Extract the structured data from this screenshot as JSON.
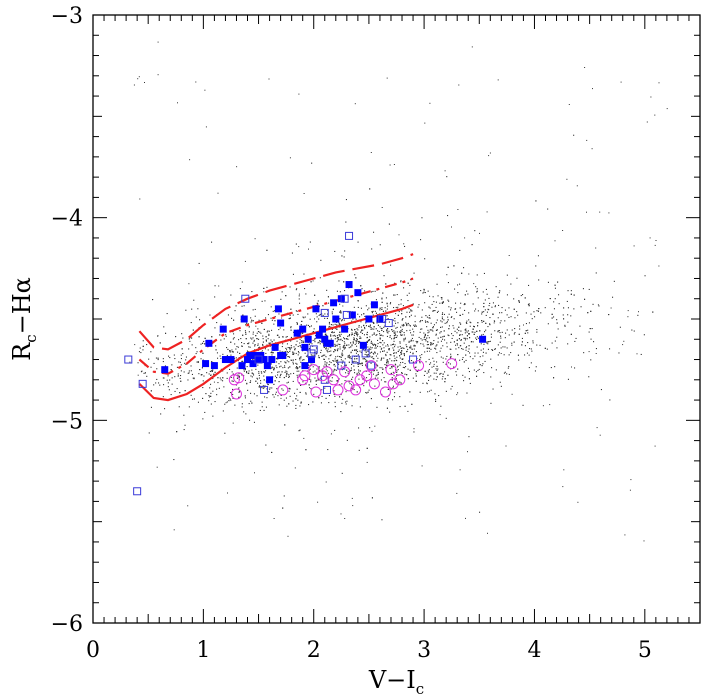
{
  "chart_data": {
    "type": "scatter",
    "title": "",
    "xlabel_main": "V−I",
    "xlabel_sub": "c",
    "ylabel_main": "R",
    "ylabel_sub": "c",
    "ylabel_rest": "−Hα",
    "xlim": [
      0,
      5.5
    ],
    "ylim": [
      -6,
      -3
    ],
    "y_inverted": true,
    "x_ticks": [
      "0",
      "1",
      "2",
      "3",
      "4",
      "5"
    ],
    "x_tick_values": [
      0,
      1,
      2,
      3,
      4,
      5
    ],
    "y_ticks": [
      "−3",
      "−4",
      "−5",
      "−6"
    ],
    "y_tick_values": [
      -3,
      -4,
      -5,
      -6
    ],
    "background_field": {
      "description": "dense cloud of small grey field-star points",
      "center_x": 2.3,
      "center_y": -4.68,
      "spread_x": 0.9,
      "spread_y": 0.12,
      "x_range": [
        0.4,
        5.1
      ],
      "color": "#333333"
    },
    "series": [
      {
        "marker": "filled-square",
        "color": "#0000ff",
        "points": [
          [
            0.65,
            -4.75
          ],
          [
            1.02,
            -4.72
          ],
          [
            1.05,
            -4.62
          ],
          [
            1.1,
            -4.73
          ],
          [
            1.18,
            -4.55
          ],
          [
            1.2,
            -4.7
          ],
          [
            1.25,
            -4.7
          ],
          [
            1.35,
            -4.73
          ],
          [
            1.37,
            -4.5
          ],
          [
            1.4,
            -4.7
          ],
          [
            1.42,
            -4.68
          ],
          [
            1.45,
            -4.72
          ],
          [
            1.48,
            -4.68
          ],
          [
            1.5,
            -4.7
          ],
          [
            1.52,
            -4.68
          ],
          [
            1.58,
            -4.73
          ],
          [
            1.6,
            -4.8
          ],
          [
            1.62,
            -4.7
          ],
          [
            1.65,
            -4.64
          ],
          [
            1.7,
            -4.68
          ],
          [
            1.68,
            -4.45
          ],
          [
            1.7,
            -4.52
          ],
          [
            1.72,
            -4.68
          ],
          [
            1.85,
            -4.57
          ],
          [
            1.9,
            -4.55
          ],
          [
            1.92,
            -4.64
          ],
          [
            1.95,
            -4.6
          ],
          [
            1.98,
            -4.7
          ],
          [
            2.02,
            -4.45
          ],
          [
            2.05,
            -4.58
          ],
          [
            2.08,
            -4.55
          ],
          [
            2.1,
            -4.6
          ],
          [
            2.12,
            -4.62
          ],
          [
            2.15,
            -4.62
          ],
          [
            2.18,
            -4.42
          ],
          [
            2.2,
            -4.5
          ],
          [
            2.25,
            -4.4
          ],
          [
            2.28,
            -4.55
          ],
          [
            2.32,
            -4.33
          ],
          [
            2.35,
            -4.48
          ],
          [
            2.4,
            -4.37
          ],
          [
            2.45,
            -4.63
          ],
          [
            2.5,
            -4.5
          ],
          [
            2.55,
            -4.43
          ],
          [
            2.6,
            -4.5
          ],
          [
            1.92,
            -4.73
          ],
          [
            1.55,
            -4.7
          ],
          [
            3.53,
            -4.6
          ]
        ]
      },
      {
        "marker": "open-square",
        "color": "#3a3ad8",
        "points": [
          [
            0.32,
            -4.7
          ],
          [
            0.45,
            -4.82
          ],
          [
            0.4,
            -5.35
          ],
          [
            1.38,
            -4.4
          ],
          [
            1.5,
            -4.7
          ],
          [
            1.55,
            -4.85
          ],
          [
            1.98,
            -4.67
          ],
          [
            2.0,
            -4.65
          ],
          [
            2.1,
            -4.47
          ],
          [
            2.1,
            -4.8
          ],
          [
            2.12,
            -4.85
          ],
          [
            2.25,
            -4.73
          ],
          [
            2.28,
            -4.4
          ],
          [
            2.3,
            -4.48
          ],
          [
            2.32,
            -4.09
          ],
          [
            2.38,
            -4.7
          ],
          [
            2.47,
            -4.67
          ],
          [
            2.52,
            -4.73
          ],
          [
            2.62,
            -4.5
          ],
          [
            2.68,
            -4.52
          ],
          [
            2.9,
            -4.7
          ]
        ]
      },
      {
        "marker": "open-circle",
        "color": "#dd33dd",
        "points": [
          [
            1.28,
            -4.8
          ],
          [
            1.32,
            -4.79
          ],
          [
            1.3,
            -4.87
          ],
          [
            1.72,
            -4.85
          ],
          [
            1.9,
            -4.8
          ],
          [
            1.92,
            -4.78
          ],
          [
            2.0,
            -4.75
          ],
          [
            2.02,
            -4.86
          ],
          [
            2.08,
            -4.78
          ],
          [
            2.12,
            -4.76
          ],
          [
            2.18,
            -4.8
          ],
          [
            2.22,
            -4.85
          ],
          [
            2.28,
            -4.76
          ],
          [
            2.32,
            -4.83
          ],
          [
            2.42,
            -4.8
          ],
          [
            2.48,
            -4.78
          ],
          [
            2.52,
            -4.73
          ],
          [
            2.55,
            -4.82
          ],
          [
            2.65,
            -4.86
          ],
          [
            2.7,
            -4.75
          ],
          [
            2.72,
            -4.82
          ],
          [
            2.78,
            -4.8
          ],
          [
            2.95,
            -4.73
          ],
          [
            3.25,
            -4.72
          ],
          [
            2.38,
            -4.85
          ]
        ]
      }
    ],
    "curves": [
      {
        "style": "solid",
        "color": "#ee2222",
        "points": [
          [
            0.42,
            -4.82
          ],
          [
            0.55,
            -4.89
          ],
          [
            0.68,
            -4.9
          ],
          [
            0.85,
            -4.87
          ],
          [
            1.0,
            -4.82
          ],
          [
            1.2,
            -4.74
          ],
          [
            1.4,
            -4.67
          ],
          [
            1.6,
            -4.63
          ],
          [
            1.8,
            -4.6
          ],
          [
            2.0,
            -4.57
          ],
          [
            2.2,
            -4.54
          ],
          [
            2.4,
            -4.51
          ],
          [
            2.6,
            -4.48
          ],
          [
            2.8,
            -4.45
          ],
          [
            2.9,
            -4.43
          ]
        ]
      },
      {
        "style": "short-dash",
        "color": "#ee2222",
        "points": [
          [
            0.42,
            -4.7
          ],
          [
            0.55,
            -4.76
          ],
          [
            0.68,
            -4.77
          ],
          [
            0.85,
            -4.72
          ],
          [
            1.0,
            -4.65
          ],
          [
            1.2,
            -4.57
          ],
          [
            1.4,
            -4.53
          ],
          [
            1.6,
            -4.5
          ],
          [
            1.8,
            -4.47
          ],
          [
            2.0,
            -4.44
          ],
          [
            2.2,
            -4.41
          ],
          [
            2.4,
            -4.38
          ],
          [
            2.6,
            -4.35
          ],
          [
            2.8,
            -4.32
          ],
          [
            2.9,
            -4.3
          ]
        ]
      },
      {
        "style": "long-dash",
        "color": "#ee2222",
        "points": [
          [
            0.42,
            -4.56
          ],
          [
            0.55,
            -4.64
          ],
          [
            0.68,
            -4.65
          ],
          [
            0.85,
            -4.6
          ],
          [
            1.0,
            -4.53
          ],
          [
            1.2,
            -4.45
          ],
          [
            1.4,
            -4.4
          ],
          [
            1.6,
            -4.36
          ],
          [
            1.8,
            -4.33
          ],
          [
            2.0,
            -4.3
          ],
          [
            2.2,
            -4.27
          ],
          [
            2.4,
            -4.25
          ],
          [
            2.6,
            -4.23
          ],
          [
            2.8,
            -4.2
          ],
          [
            2.9,
            -4.18
          ]
        ]
      }
    ],
    "grid": false,
    "legend": "none"
  }
}
